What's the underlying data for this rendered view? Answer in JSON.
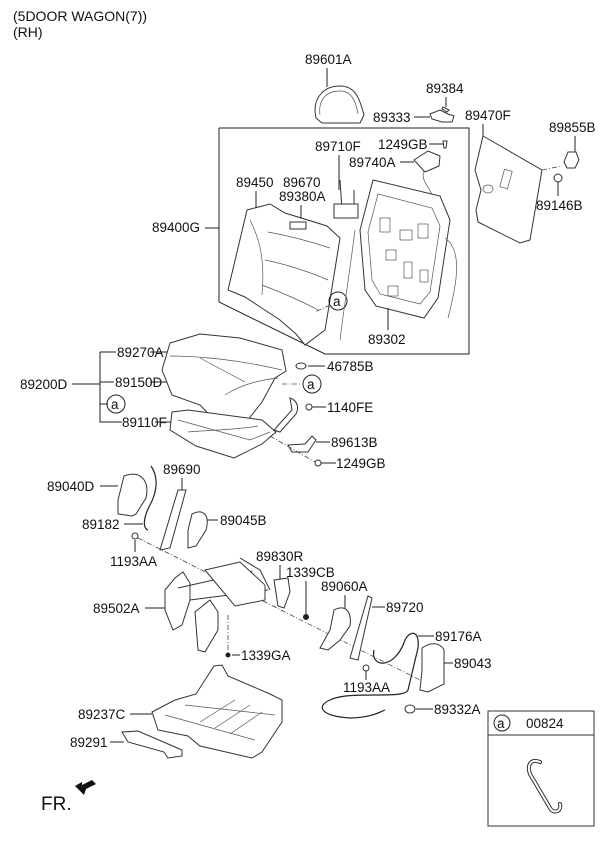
{
  "header": {
    "line1": "(5DOOR WAGON(7))",
    "line2": "(RH)"
  },
  "labels": {
    "p89601A": "89601A",
    "p89384": "89384",
    "p89333": "89333",
    "p89470F": "89470F",
    "p89855B": "89855B",
    "p89146B": "89146B",
    "p89710F": "89710F",
    "p1249GB_top": "1249GB",
    "p89740A": "89740A",
    "p89450": "89450",
    "p89670": "89670",
    "p89380A": "89380A",
    "p89400G": "89400G",
    "p89302": "89302",
    "p89270A": "89270A",
    "p89200D": "89200D",
    "p89150D": "89150D",
    "p89110F": "89110F",
    "p46785B": "46785B",
    "p1140FE": "1140FE",
    "p89613B": "89613B",
    "p1249GB_bot": "1249GB",
    "p89040D": "89040D",
    "p89690": "89690",
    "p89182": "89182",
    "p89045B": "89045B",
    "p1193AA_left": "1193AA",
    "p89830R": "89830R",
    "p1339CB": "1339CB",
    "p89060A": "89060A",
    "p89720": "89720",
    "p89502A": "89502A",
    "p89176A": "89176A",
    "p1339GA": "1339GA",
    "p89043": "89043",
    "p1193AA_right": "1193AA",
    "p89237C": "89237C",
    "p89332A": "89332A",
    "p89291": "89291"
  },
  "callout": {
    "letter": "a"
  },
  "legend_box": {
    "letter": "a",
    "part_no": "00824"
  },
  "front_indicator": "FR."
}
